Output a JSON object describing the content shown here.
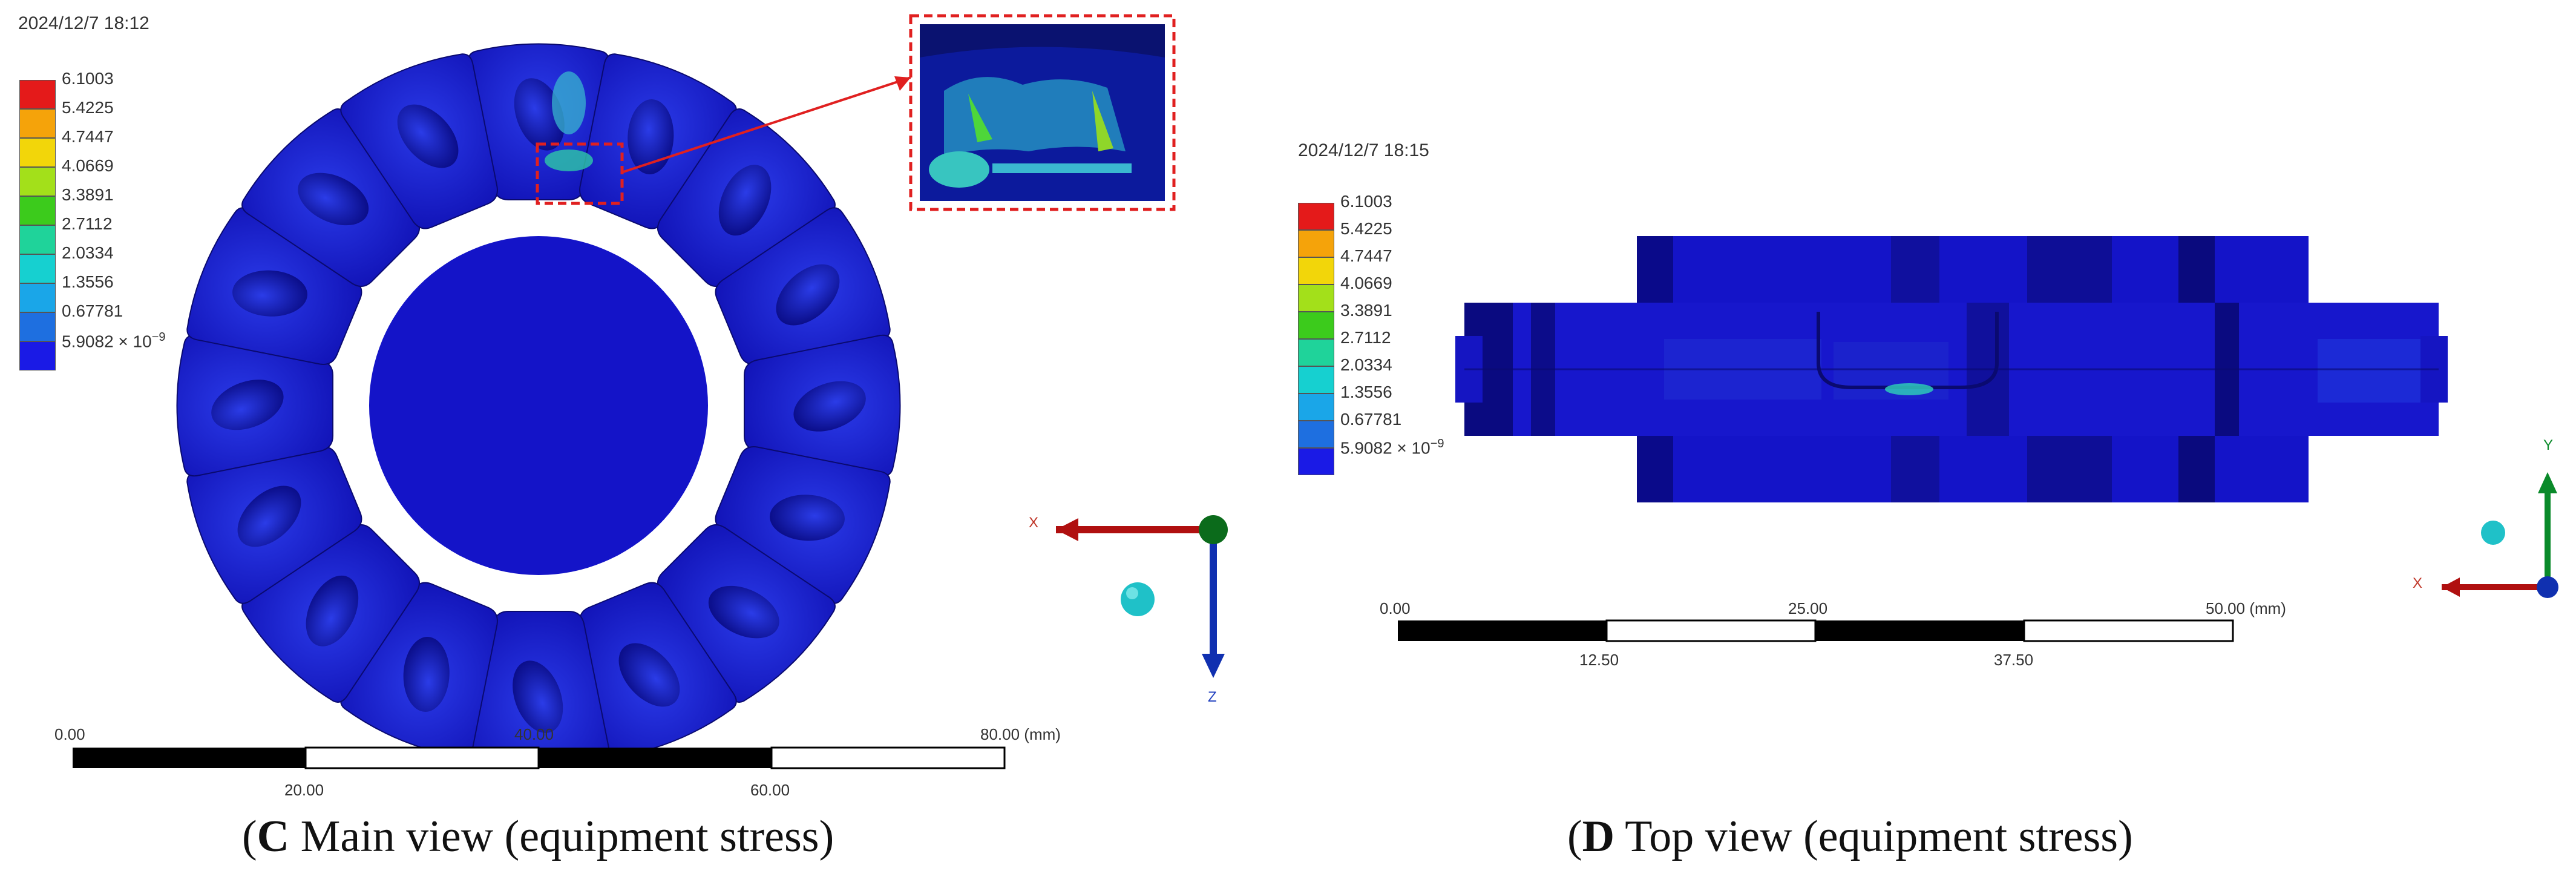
{
  "panel_c": {
    "timestamp": "2024/12/7 18:12",
    "legend": {
      "labels": [
        "6.1003",
        "5.4225",
        "4.7447",
        "4.0669",
        "3.3891",
        "2.7112",
        "2.0334",
        "1.3556",
        "0.67781",
        "5.9082 × 10"
      ],
      "min_exponent": "−9",
      "colors": [
        "#e41a1a",
        "#f5a30a",
        "#f2d60a",
        "#a3e01a",
        "#3ccb1c",
        "#1fd39a",
        "#16d0d0",
        "#1aa6e8",
        "#1e6fe0",
        "#1a1ae6"
      ]
    },
    "scale_bar": {
      "top_labels": [
        "0.00",
        "40.00",
        "80.00 (mm)"
      ],
      "bottom_labels": [
        "20.00",
        "60.00"
      ]
    },
    "axes": {
      "x": "X",
      "z": "Z"
    },
    "caption_letter": "C",
    "caption_text": " Main view (equipment stress)"
  },
  "panel_d": {
    "timestamp": "2024/12/7 18:15",
    "legend": {
      "labels": [
        "6.1003",
        "5.4225",
        "4.7447",
        "4.0669",
        "3.3891",
        "2.7112",
        "2.0334",
        "1.3556",
        "0.67781",
        "5.9082 × 10"
      ],
      "min_exponent": "−9",
      "colors": [
        "#e41a1a",
        "#f5a30a",
        "#f2d60a",
        "#a3e01a",
        "#3ccb1c",
        "#1fd39a",
        "#16d0d0",
        "#1aa6e8",
        "#1e6fe0",
        "#1a1ae6"
      ]
    },
    "scale_bar": {
      "top_labels": [
        "0.00",
        "25.00",
        "50.00 (mm)"
      ],
      "bottom_labels": [
        "12.50",
        "37.50"
      ]
    },
    "axes": {
      "x": "X",
      "y": "Y"
    },
    "caption_letter": "D",
    "caption_text": " Top view (equipment stress)"
  }
}
